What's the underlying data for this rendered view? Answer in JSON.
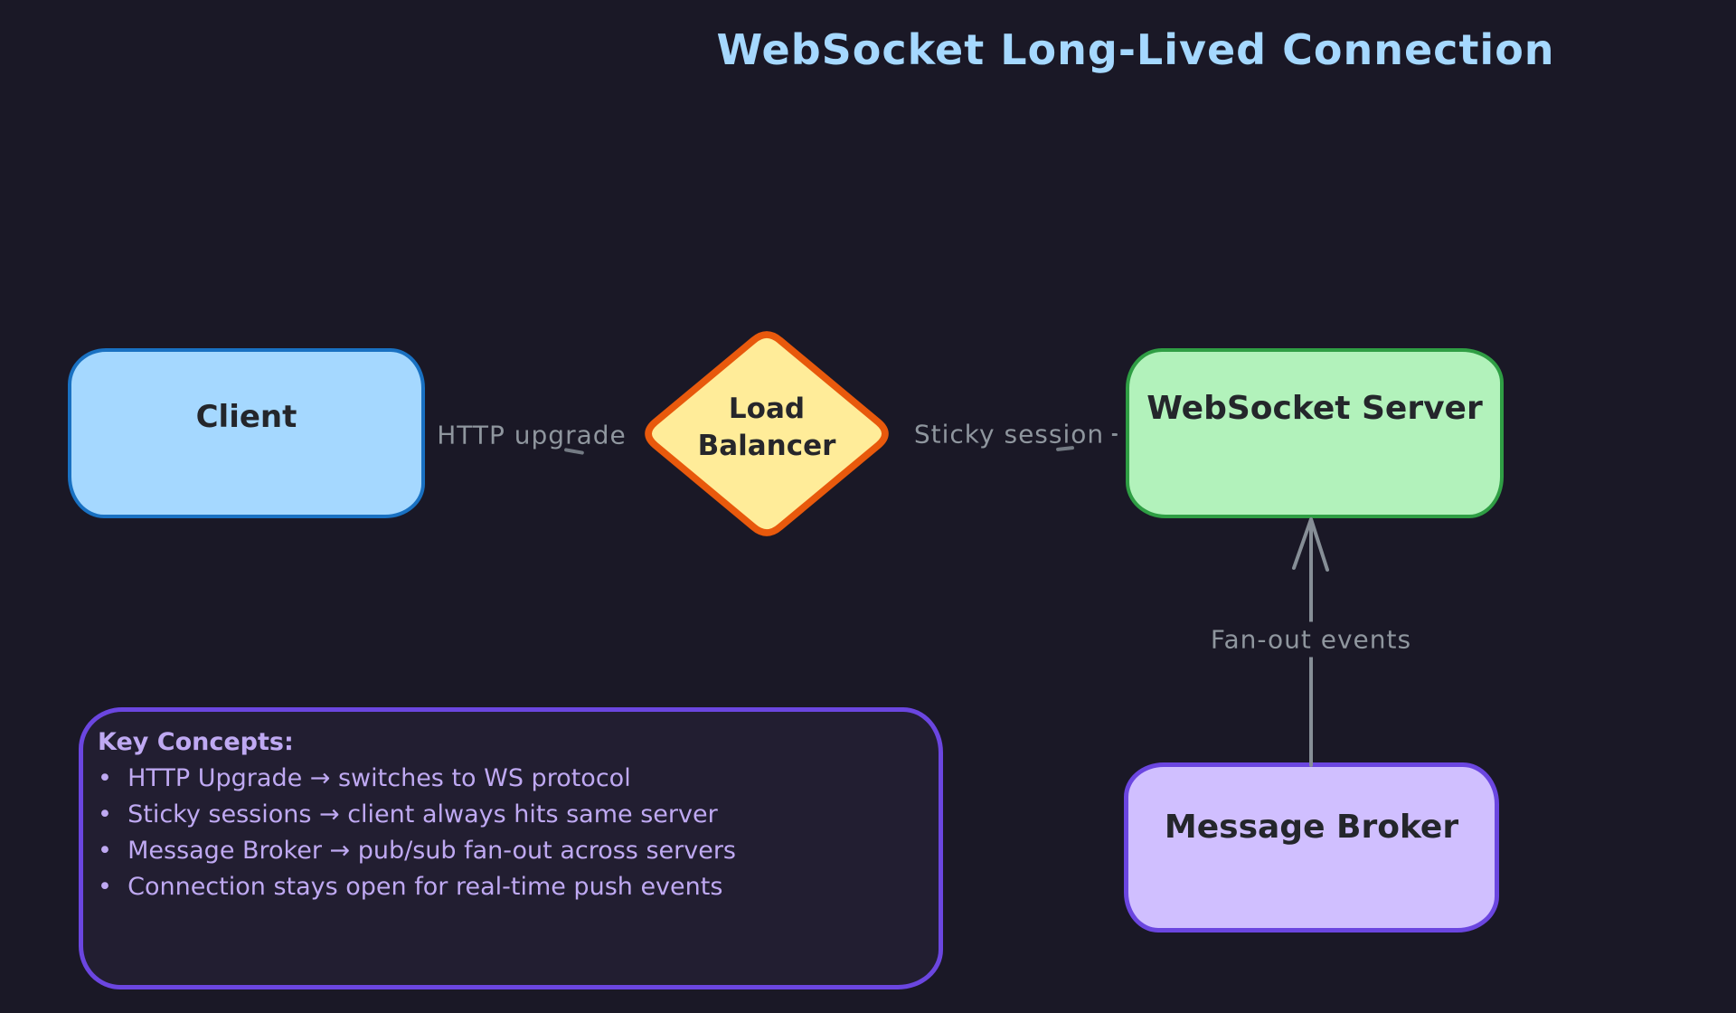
{
  "canvas": {
    "background": "#1a1826"
  },
  "title": {
    "text": "WebSocket Long-Lived Connection",
    "color": "#a5d8ff"
  },
  "nodes": {
    "client": {
      "label": "Client",
      "fill": "#a5d8ff",
      "border": "#1971c2",
      "shape": "rounded-rectangle"
    },
    "load_balancer": {
      "label_lines": [
        "Load",
        "Balancer"
      ],
      "fill": "#ffec99",
      "border": "#e8590c",
      "shape": "diamond"
    },
    "websocket_server": {
      "label": "WebSocket Server",
      "fill": "#b2f2bb",
      "border": "#2f9e44",
      "shape": "rounded-rectangle"
    },
    "message_broker": {
      "label": "Message Broker",
      "fill": "#d0bfff",
      "border": "#6b46e0",
      "shape": "rounded-rectangle"
    }
  },
  "edges": {
    "http_upgrade": {
      "label": "HTTP upgrade",
      "from": "client",
      "to": "load_balancer",
      "color": "#8f969e"
    },
    "sticky_session": {
      "label": "Sticky session",
      "from": "load_balancer",
      "to": "websocket_server",
      "color": "#8f969e"
    },
    "fan_out": {
      "label": "Fan-out events",
      "from": "message_broker",
      "to": "websocket_server",
      "color": "#868e96"
    }
  },
  "key_concepts": {
    "heading": "Key Concepts:",
    "items": [
      "HTTP Upgrade → switches to WS protocol",
      "Sticky sessions → client always hits same server",
      "Message Broker → pub/sub fan-out across servers",
      "Connection stays open for real-time push events"
    ],
    "border": "#6b46e0",
    "text_color": "#bfa9f2"
  }
}
